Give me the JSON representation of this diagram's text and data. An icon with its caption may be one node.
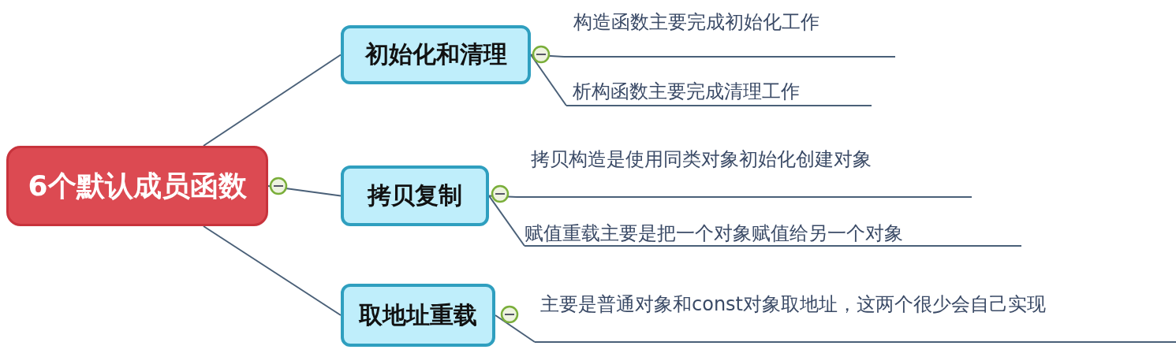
{
  "diagram": {
    "nodes": [
      {
        "text": [
          "6个默认成员函数"
        ]
      },
      {
        "text": [
          "初始化和清理"
        ]
      },
      {
        "text": [
          "拷贝复制"
        ]
      },
      {
        "text": [
          "取地址重载"
        ]
      },
      {
        "text": [
          "构造函数主要完成初始化工作"
        ]
      },
      {
        "text": [
          "析构函数主要完成清理工作"
        ]
      },
      {
        "text": [
          "拷贝构造是使用同类对象初始化创建对象"
        ]
      },
      {
        "text": [
          "赋值重载主要是把一个对象赋值给另一个对象"
        ]
      },
      {
        "text": [
          "主要是普通对象和const对象取地址，这两个很少会自己实现"
        ]
      }
    ],
    "edges": [
      {
        "from": 0,
        "to": 1,
        "arrow": "none"
      },
      {
        "from": 0,
        "to": 2,
        "arrow": "none"
      },
      {
        "from": 0,
        "to": 3,
        "arrow": "none"
      },
      {
        "from": 1,
        "to": 4,
        "arrow": "none"
      },
      {
        "from": 1,
        "to": 5,
        "arrow": "none"
      },
      {
        "from": 2,
        "to": 6,
        "arrow": "none"
      },
      {
        "from": 2,
        "to": 7,
        "arrow": "none"
      },
      {
        "from": 3,
        "to": 8,
        "arrow": "none"
      }
    ]
  }
}
